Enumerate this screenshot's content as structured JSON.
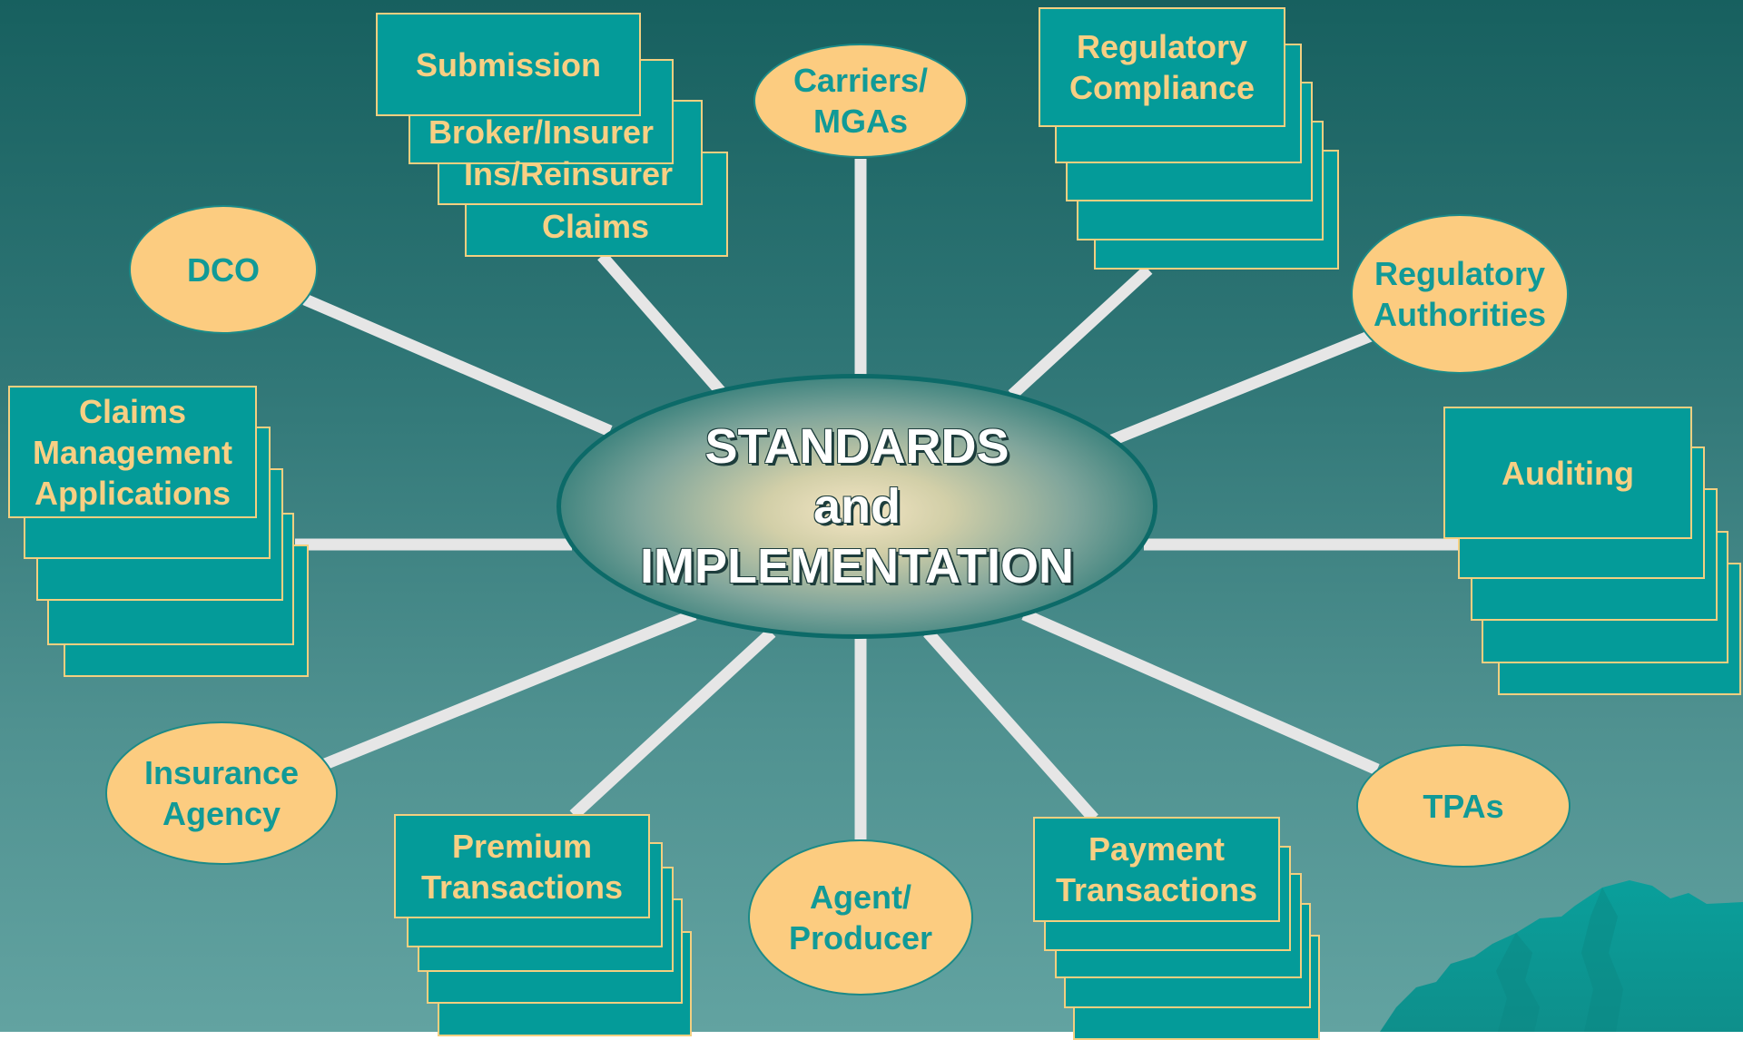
{
  "colors": {
    "card_fill": "#049b99",
    "card_border": "#f3cf80",
    "card_text": "#f8cf83",
    "oval_fill": "#fccc80",
    "oval_text": "#119a97",
    "spoke": "#e6e6e6",
    "background_top": "#17605f",
    "background_bottom": "#62a3a1"
  },
  "hub": {
    "line1": "STANDARDS",
    "line2": "and",
    "line3": "IMPLEMENTATION"
  },
  "nodes": {
    "submission": {
      "front": "Submission",
      "layers": [
        "Broker/Insurer",
        "Ins/Reinsurer",
        "Claims"
      ]
    },
    "carriers": {
      "line1": "Carriers/",
      "line2": "MGAs"
    },
    "regulatory_compliance": {
      "line1": "Regulatory",
      "line2": "Compliance"
    },
    "regulatory_authorities": {
      "line1": "Regulatory",
      "line2": "Authorities"
    },
    "dco": {
      "label": "DCO"
    },
    "claims_management": {
      "line1": "Claims",
      "line2": "Management",
      "line3": "Applications"
    },
    "auditing": {
      "label": "Auditing"
    },
    "insurance_agency": {
      "line1": "Insurance",
      "line2": "Agency"
    },
    "premium_transactions": {
      "line1": "Premium",
      "line2": "Transactions"
    },
    "agent_producer": {
      "line1": "Agent/",
      "line2": "Producer"
    },
    "payment_transactions": {
      "line1": "Payment",
      "line2": "Transactions"
    },
    "tpas": {
      "label": "TPAs"
    }
  }
}
